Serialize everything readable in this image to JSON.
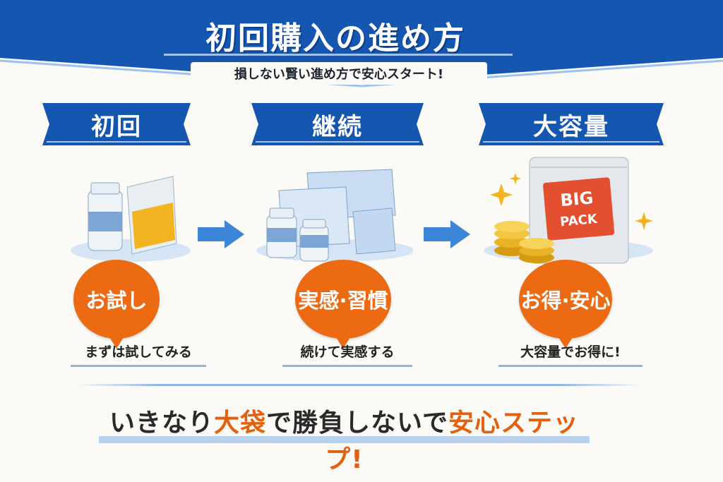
{
  "header": {
    "title": "初回購入の進め方",
    "subtitle": "損しない賢い進め方で安心スタート!"
  },
  "steps": [
    {
      "label": "初回",
      "badge": "お試し",
      "caption": "まずは試してみる"
    },
    {
      "label": "継続",
      "badge": "実感·習慣",
      "caption": "続けて実感する"
    },
    {
      "label": "大容量",
      "badge": "お得·安心",
      "caption": "大容量でお得に!"
    }
  ],
  "pack_text": {
    "line1": "BIG",
    "line2": "PACK"
  },
  "slogan": {
    "part1": "いきなり",
    "highlight1": "大袋",
    "part2": "で勝負しないで",
    "highlight2": "安心ステップ!"
  },
  "colors": {
    "blue": "#1556b0",
    "orange": "#ec6a12",
    "light_blue": "#8fb4e0"
  }
}
